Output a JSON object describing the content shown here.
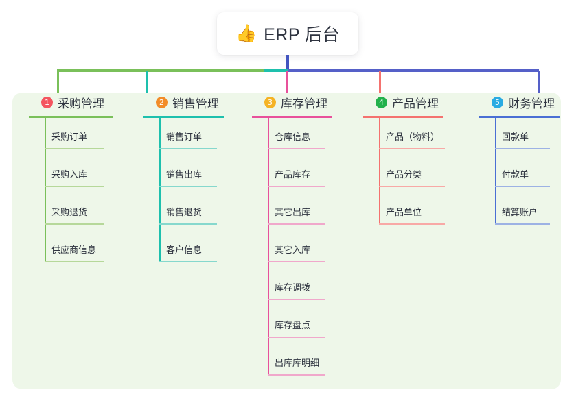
{
  "diagram": {
    "type": "org-tree",
    "root": {
      "emoji": "👍",
      "emoji_name": "thumbs-up-emoji",
      "title": "ERP 后台"
    },
    "panel_color": "#eef7e9",
    "stem_color": "#4355c0",
    "columns": [
      {
        "index": "1",
        "title": "采购管理",
        "badge_color": "#f4555f",
        "accent": "#7ac05a",
        "accent_light": "#b6d89a",
        "items": [
          "采购订单",
          "采购入库",
          "采购退货",
          "供应商信息"
        ]
      },
      {
        "index": "2",
        "title": "销售管理",
        "badge_color": "#f28c28",
        "accent": "#1ec0ad",
        "accent_light": "#86d8cd",
        "items": [
          "销售订单",
          "销售出库",
          "销售退货",
          "客户信息"
        ]
      },
      {
        "index": "3",
        "title": "库存管理",
        "badge_color": "#f5b324",
        "accent": "#e8519b",
        "accent_light": "#f0a8cb",
        "items": [
          "仓库信息",
          "产品库存",
          "其它出库",
          "其它入库",
          "库存调拨",
          "库存盘点",
          "出库库明细"
        ]
      },
      {
        "index": "4",
        "title": "产品管理",
        "badge_color": "#22b14c",
        "accent": "#f4726f",
        "accent_light": "#f8a9a6",
        "items": [
          "产品（物料）",
          "产品分类",
          "产品单位"
        ]
      },
      {
        "index": "5",
        "title": "财务管理",
        "badge_color": "#29abe2",
        "accent": "#4a6fd4",
        "accent_light": "#9db2e4",
        "items": [
          "回款单",
          "付款单",
          "结算账户"
        ]
      }
    ]
  }
}
